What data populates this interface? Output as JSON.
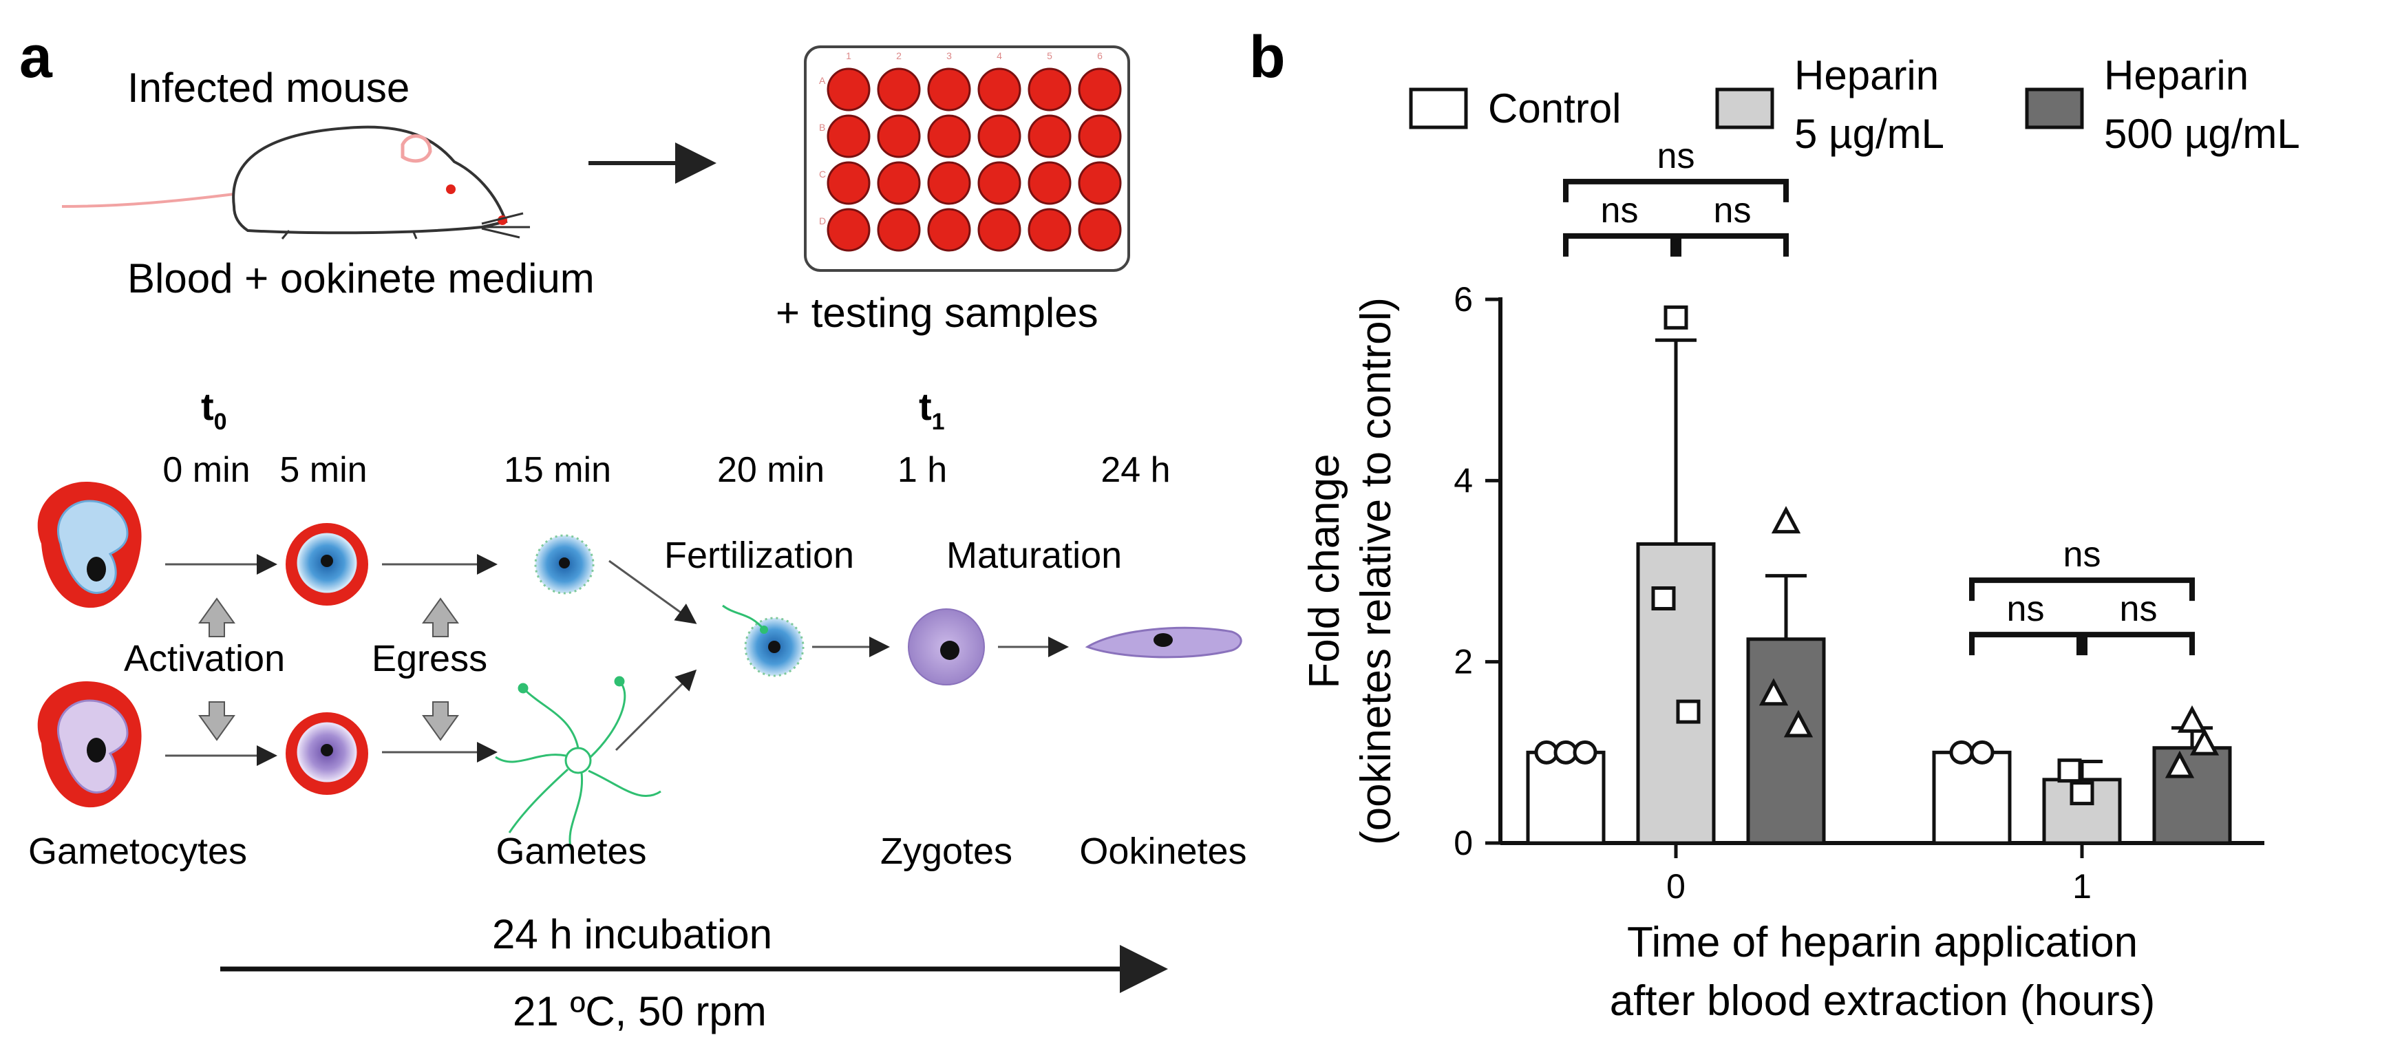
{
  "panel_a": {
    "label": "a",
    "mouse_title": "Infected mouse",
    "mouse_caption": "Blood + ookinete medium",
    "plate_caption": "+ testing samples",
    "plate_cols": [
      "1",
      "2",
      "3",
      "4",
      "5",
      "6"
    ],
    "plate_rows": [
      "A",
      "B",
      "C",
      "D"
    ],
    "t0_main": "t",
    "t0_sub": "0",
    "t1_main": "t",
    "t1_sub": "1",
    "times": [
      "0 min",
      "5 min",
      "15 min",
      "20 min",
      "1 h",
      "24 h"
    ],
    "activation": "Activation",
    "egress": "Egress",
    "fertilization": "Fertilization",
    "maturation": "Maturation",
    "stages": [
      "Gametocytes",
      "Gametes",
      "Zygotes",
      "Ookinetes"
    ],
    "incubation_top": "24 h incubation",
    "incubation_bottom": "21 ºC, 50 rpm",
    "colors": {
      "rbc": "#e2231a",
      "blue_cell": "#4b9bd8",
      "purple_cell": "#9b84c9",
      "gamete": "#2fbf71",
      "arrow_fill": "#b0b0b0"
    }
  },
  "panel_b": {
    "label": "b",
    "legend": [
      {
        "label_lines": [
          "Control"
        ],
        "color": "#ffffff"
      },
      {
        "label_lines": [
          "Heparin",
          "5 µg/mL"
        ],
        "color": "#d0d0d0"
      },
      {
        "label_lines": [
          "Heparin",
          "500 µg/mL"
        ],
        "color": "#6e6e6e"
      }
    ],
    "sig_label": "ns"
  },
  "chart_data": {
    "type": "bar",
    "categories": [
      "0",
      "1"
    ],
    "xlabel_lines": [
      "Time of heparin application",
      "after blood extraction (hours)"
    ],
    "ylabel_lines": [
      "Fold change",
      "(ookinetes relative to control)"
    ],
    "ylim": [
      0,
      6
    ],
    "yticks": [
      0,
      2,
      4,
      6
    ],
    "series": [
      {
        "name": "Control",
        "color": "#ffffff",
        "marker": "circle",
        "values": [
          1.0,
          1.0
        ],
        "errors": [
          0,
          0
        ],
        "points": [
          [
            1.0,
            1.0,
            1.0
          ],
          [
            1.0,
            1.0
          ]
        ]
      },
      {
        "name": "Heparin 5 µg/mL",
        "color": "#d0d0d0",
        "marker": "square",
        "values": [
          3.3,
          0.7
        ],
        "errors": [
          2.25,
          0.2
        ],
        "points": [
          [
            5.8,
            2.7,
            1.45
          ],
          [
            0.55,
            0.8
          ]
        ]
      },
      {
        "name": "Heparin 500 µg/mL",
        "color": "#6e6e6e",
        "marker": "triangle",
        "values": [
          2.25,
          1.05
        ],
        "errors": [
          0.7,
          0.22
        ],
        "points": [
          [
            3.55,
            1.65,
            1.3
          ],
          [
            1.35,
            0.85,
            1.1
          ]
        ]
      }
    ],
    "significance": [
      {
        "category": 0,
        "from": 0,
        "to": 1,
        "label": "ns",
        "level": 1
      },
      {
        "category": 0,
        "from": 1,
        "to": 2,
        "label": "ns",
        "level": 1
      },
      {
        "category": 0,
        "from": 0,
        "to": 2,
        "label": "ns",
        "level": 2
      },
      {
        "category": 1,
        "from": 0,
        "to": 1,
        "label": "ns",
        "level": 1
      },
      {
        "category": 1,
        "from": 1,
        "to": 2,
        "label": "ns",
        "level": 1
      },
      {
        "category": 1,
        "from": 0,
        "to": 2,
        "label": "ns",
        "level": 2
      }
    ]
  }
}
